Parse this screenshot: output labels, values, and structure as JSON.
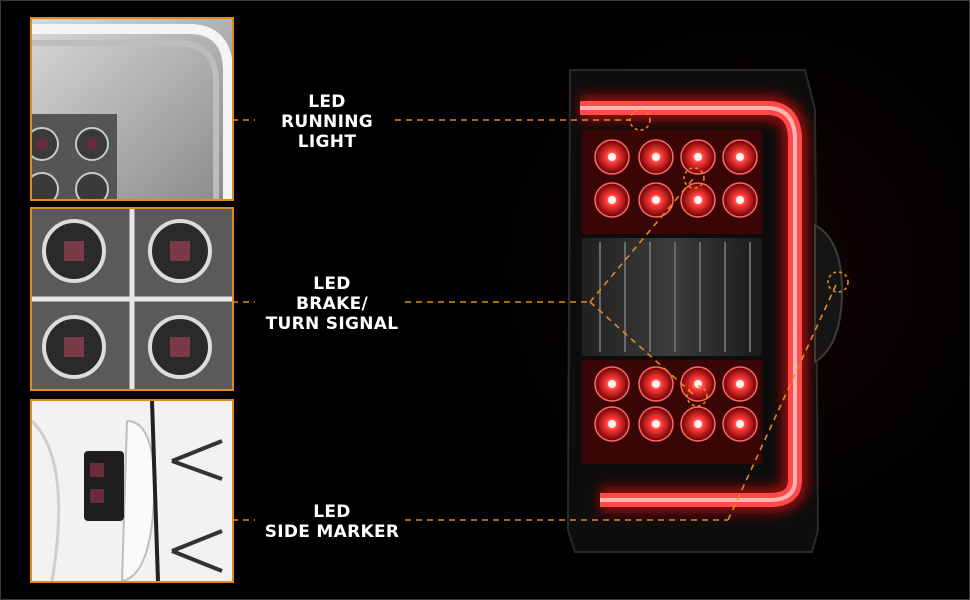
{
  "colors": {
    "accent": "#e08a1e",
    "led_red": "#ff2a2a",
    "background": "#000000"
  },
  "callouts": [
    {
      "id": "running",
      "lines": [
        "LED",
        "RUNNING",
        "LIGHT"
      ]
    },
    {
      "id": "brake",
      "lines": [
        "LED",
        "BRAKE/",
        "TURN SIGNAL"
      ]
    },
    {
      "id": "side",
      "lines": [
        "LED",
        "SIDE MARKER"
      ]
    }
  ],
  "thumbnails": [
    {
      "id": "running",
      "depicts": "running-light-closeup"
    },
    {
      "id": "brake",
      "depicts": "led-cluster-closeup"
    },
    {
      "id": "side",
      "depicts": "side-marker-closeup"
    }
  ]
}
